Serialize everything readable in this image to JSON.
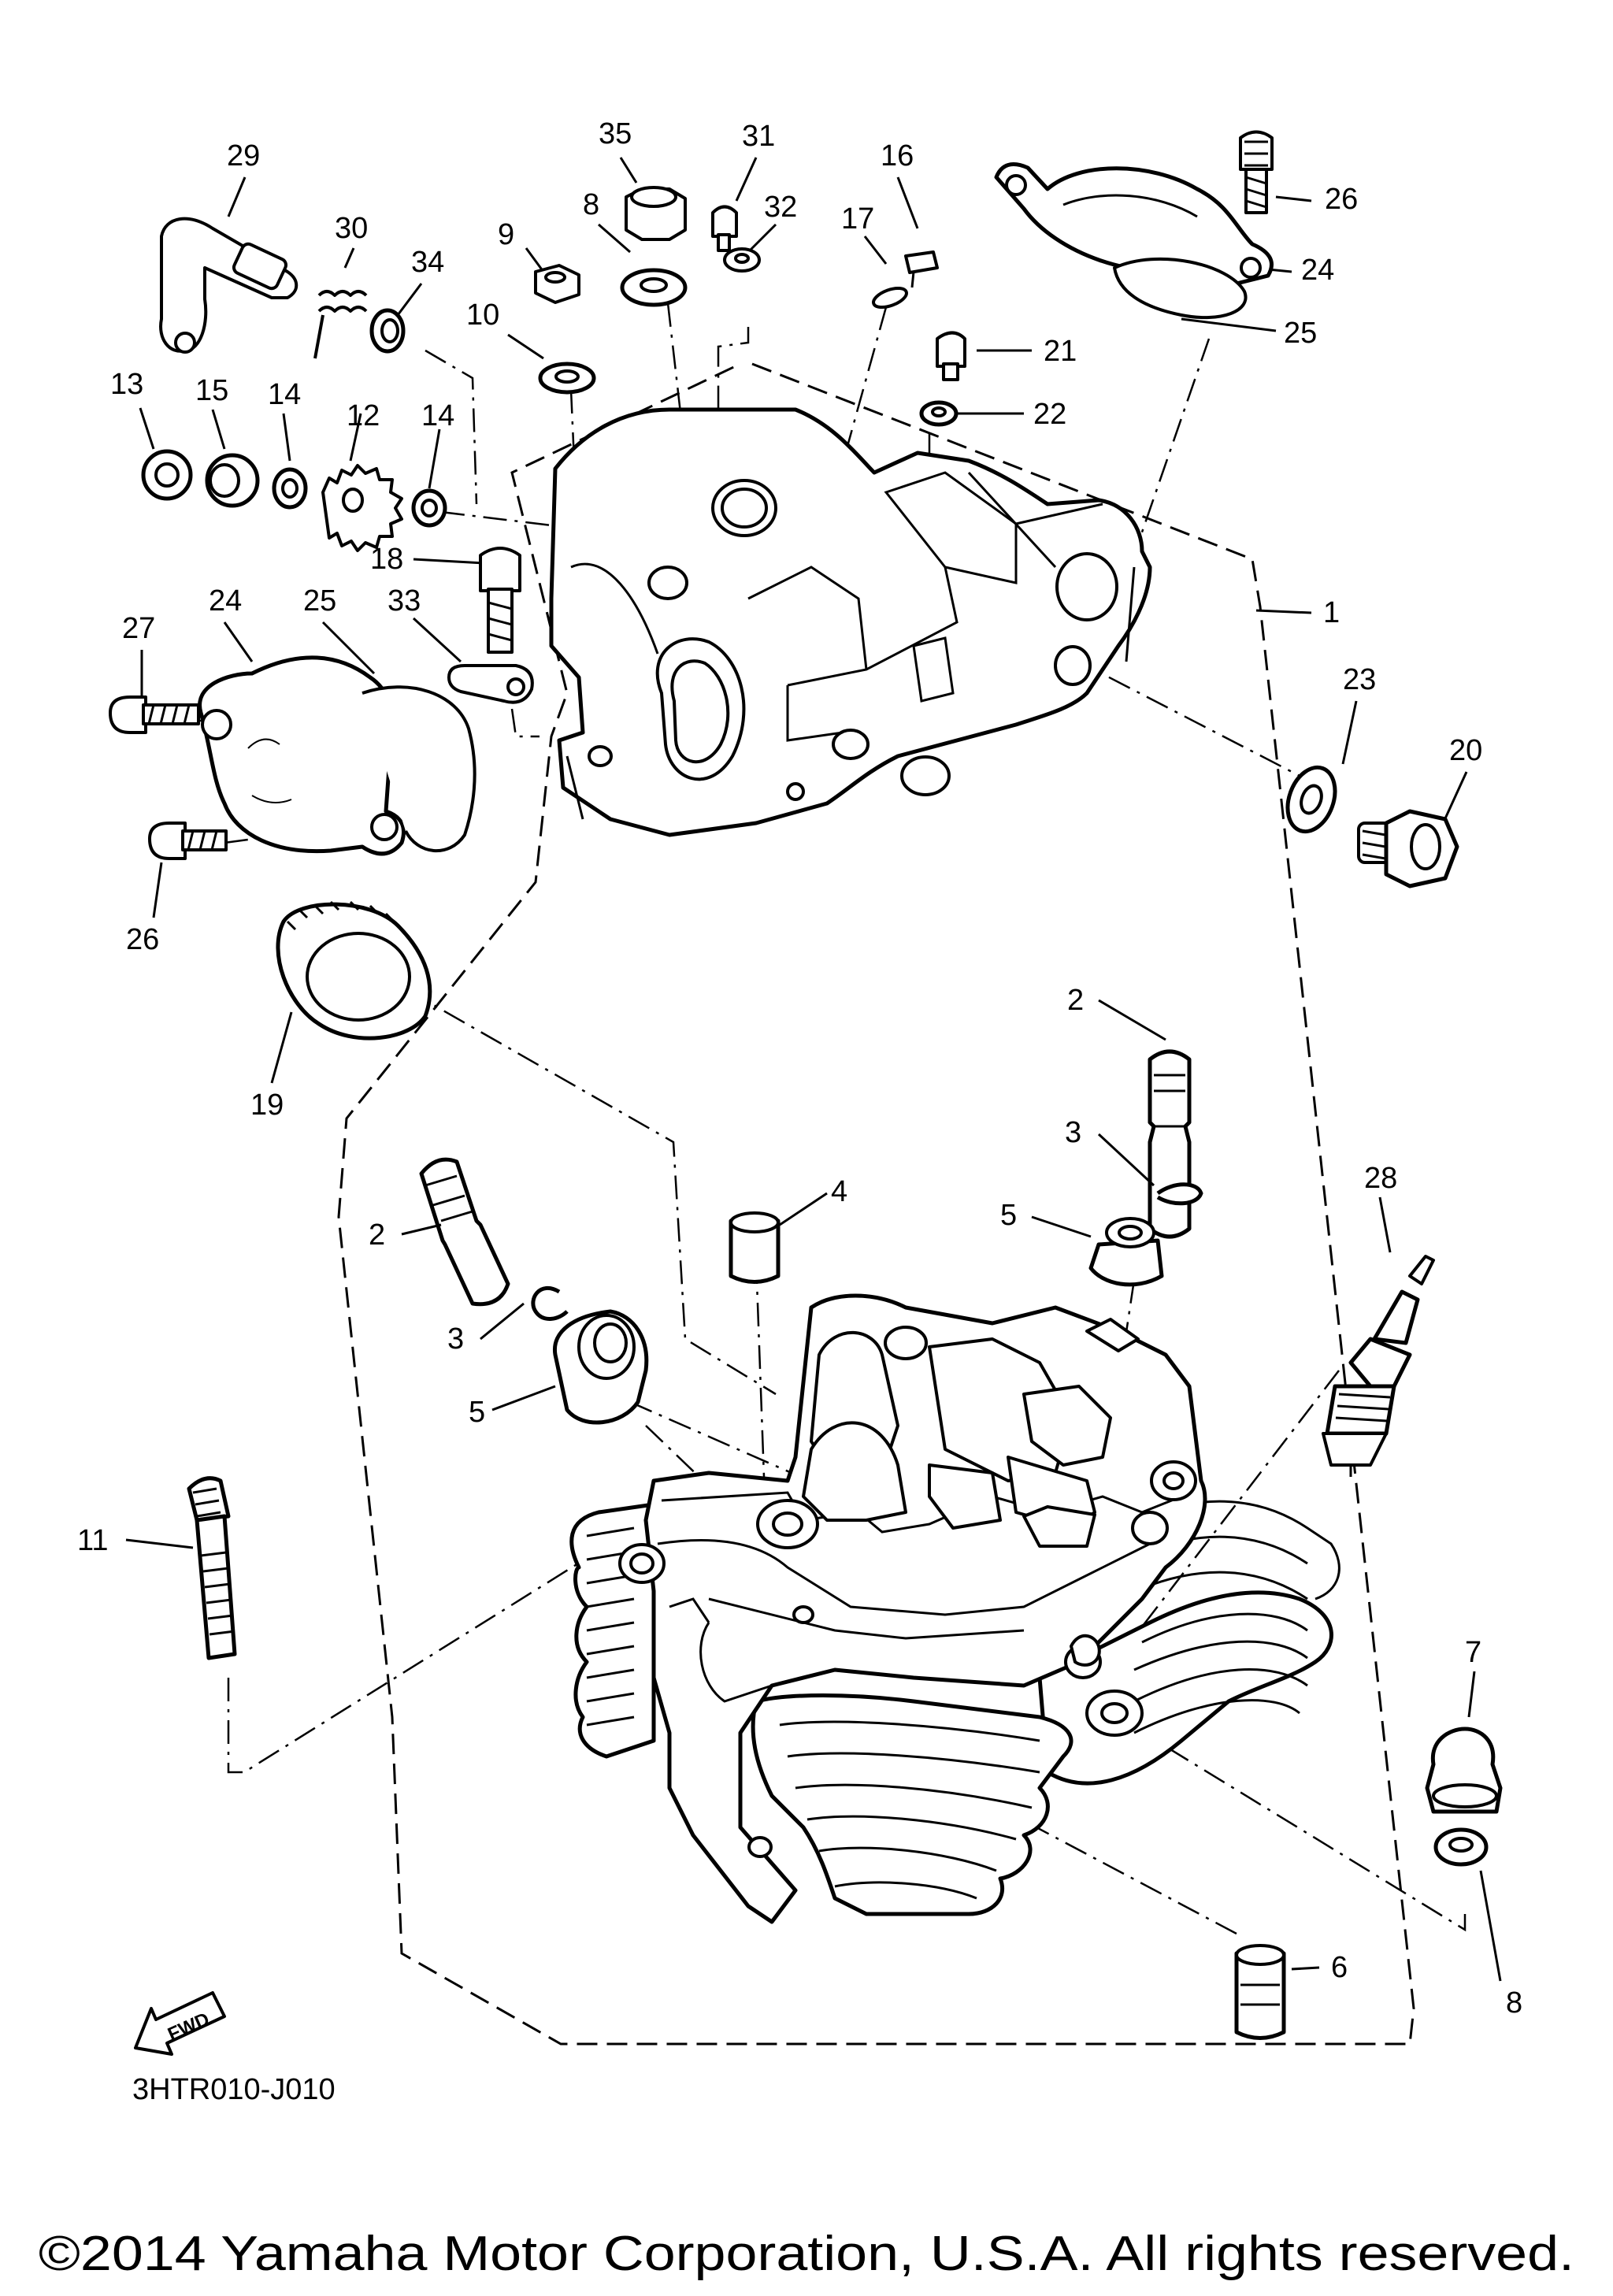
{
  "diagram": {
    "callouts": [
      {
        "id": "c29",
        "text": "29"
      },
      {
        "id": "c30",
        "text": "30"
      },
      {
        "id": "c34",
        "text": "34"
      },
      {
        "id": "c9",
        "text": "9"
      },
      {
        "id": "c10",
        "text": "10"
      },
      {
        "id": "c8a",
        "text": "8"
      },
      {
        "id": "c35",
        "text": "35"
      },
      {
        "id": "c31",
        "text": "31"
      },
      {
        "id": "c32",
        "text": "32"
      },
      {
        "id": "c16",
        "text": "16"
      },
      {
        "id": "c17",
        "text": "17"
      },
      {
        "id": "c26a",
        "text": "26"
      },
      {
        "id": "c24a",
        "text": "24"
      },
      {
        "id": "c25a",
        "text": "25"
      },
      {
        "id": "c21",
        "text": "21"
      },
      {
        "id": "c22",
        "text": "22"
      },
      {
        "id": "c13",
        "text": "13"
      },
      {
        "id": "c15",
        "text": "15"
      },
      {
        "id": "c14a",
        "text": "14"
      },
      {
        "id": "c12",
        "text": "12"
      },
      {
        "id": "c14b",
        "text": "14"
      },
      {
        "id": "c18",
        "text": "18"
      },
      {
        "id": "c1",
        "text": "1"
      },
      {
        "id": "c27",
        "text": "27"
      },
      {
        "id": "c24b",
        "text": "24"
      },
      {
        "id": "c25b",
        "text": "25"
      },
      {
        "id": "c33",
        "text": "33"
      },
      {
        "id": "c23",
        "text": "23"
      },
      {
        "id": "c20",
        "text": "20"
      },
      {
        "id": "c26b",
        "text": "26"
      },
      {
        "id": "c19",
        "text": "19"
      },
      {
        "id": "c2a",
        "text": "2"
      },
      {
        "id": "c3a",
        "text": "3"
      },
      {
        "id": "c28",
        "text": "28"
      },
      {
        "id": "c4",
        "text": "4"
      },
      {
        "id": "c5a",
        "text": "5"
      },
      {
        "id": "c2b",
        "text": "2"
      },
      {
        "id": "c3b",
        "text": "3"
      },
      {
        "id": "c5b",
        "text": "5"
      },
      {
        "id": "c11",
        "text": "11"
      },
      {
        "id": "c7",
        "text": "7"
      },
      {
        "id": "c6",
        "text": "6"
      },
      {
        "id": "c8b",
        "text": "8"
      }
    ],
    "fwd_label": "FWD",
    "drawing_code": "3HTR010-J010",
    "copyright": "©2014 Yamaha Motor Corporation, U.S.A. All rights reserved."
  }
}
